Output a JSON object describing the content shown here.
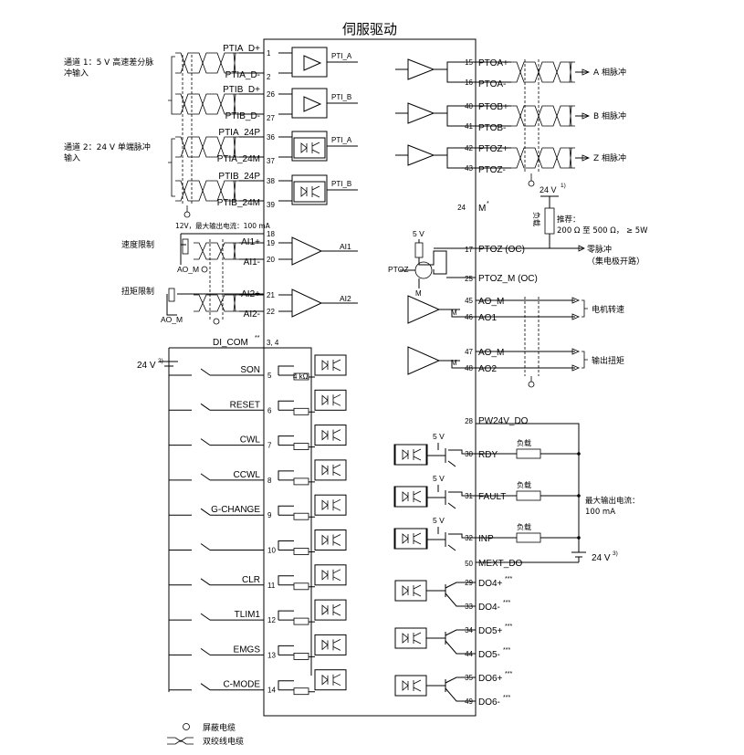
{
  "title": "伺服驱动",
  "left_notes": {
    "channel1_line1": "通道 1：5 V 高速差分脉",
    "channel1_line2": "冲输入",
    "channel2_line1": "通道 2：24 V 单端脉冲",
    "channel2_line2": "输入",
    "supply_note": "12V，最大输出电流：100 mA",
    "speed_limit": "速度限制",
    "torque_limit": "扭矩限制",
    "ao_m": "AO_M",
    "supply_24v": "24 V",
    "supply_24v_sup": "2)"
  },
  "pulse_inputs": [
    {
      "sig_p": "PTIA_D+",
      "pin_p": "1",
      "sig_n": "PTIA_D-",
      "pin_n": "2",
      "out": "PTI_A",
      "type": "diff"
    },
    {
      "sig_p": "PTIB_D+",
      "pin_p": "26",
      "sig_n": "PTIB_D-",
      "pin_n": "27",
      "out": "PTI_B",
      "type": "diff"
    },
    {
      "sig_p": "PTIA_24P",
      "pin_p": "36",
      "sig_n": "PTIA_24M",
      "pin_n": "37",
      "out": "PTI_A",
      "type": "opto"
    },
    {
      "sig_p": "PTIB_24P",
      "pin_p": "38",
      "sig_n": "PTIB_24M",
      "pin_n": "39",
      "out": "PTI_B",
      "type": "opto"
    }
  ],
  "analog_inputs": {
    "ref_pin": "18",
    "items": [
      {
        "sig_p": "AI1+",
        "pin_p": "19",
        "sig_n": "AI1-",
        "pin_n": "20",
        "out": "AI1"
      },
      {
        "sig_p": "AI2+",
        "pin_p": "21",
        "sig_n": "AI2-",
        "pin_n": "22",
        "out": "AI2"
      }
    ]
  },
  "digital_inputs": {
    "common": {
      "label": "DI_COM",
      "pins": "3, 4",
      "sup": "**"
    },
    "resistor": "4 kΩ",
    "items": [
      {
        "label": "SON",
        "pin": "5"
      },
      {
        "label": "RESET",
        "pin": "6"
      },
      {
        "label": "CWL",
        "pin": "7"
      },
      {
        "label": "CCWL",
        "pin": "8"
      },
      {
        "label": "G-CHANGE",
        "pin": "9"
      },
      {
        "label": "",
        "pin": "10"
      },
      {
        "label": "CLR",
        "pin": "11"
      },
      {
        "label": "TLIM1",
        "pin": "12"
      },
      {
        "label": "EMGS",
        "pin": "13"
      },
      {
        "label": "C-MODE",
        "pin": "14"
      }
    ]
  },
  "pulse_outputs": [
    {
      "sig_p": "PTOA+",
      "pin_p": "15",
      "sig_n": "PTOA-",
      "pin_n": "16",
      "desc": "A 相脉冲"
    },
    {
      "sig_p": "PTOB+",
      "pin_p": "40",
      "sig_n": "PTOB-",
      "pin_n": "41",
      "desc": "B 相脉冲"
    },
    {
      "sig_p": "PTOZ+",
      "pin_p": "42",
      "sig_n": "PTOZ-",
      "pin_n": "43",
      "desc": "Z 相脉冲"
    }
  ],
  "m_pin": {
    "label": "M",
    "pin": "24",
    "sup": "*"
  },
  "ptoz_oc": {
    "supply": "24 V",
    "supply_sup": "1)",
    "load": "负载",
    "recommend_line1": "推荐：",
    "recommend_line2": "200 Ω 至 500 Ω，  ≥ 5W",
    "five_v": "5 V",
    "transistor": "PTOZ",
    "m": "M",
    "oc_label": "PTOZ (OC)",
    "oc_pin": "17",
    "oc_m_label": "PTOZ_M (OC)",
    "oc_m_pin": "25",
    "desc_line1": "零脉冲",
    "desc_line2": "（集电极开路）"
  },
  "analog_outputs": [
    {
      "m_label": "AO_M",
      "m_pin": "45",
      "sig": "AO1",
      "pin": "46",
      "desc": "电机转速"
    },
    {
      "m_label": "AO_M",
      "m_pin": "47",
      "sig": "AO2",
      "pin": "48",
      "desc": "输出扭矩"
    }
  ],
  "digital_outputs": {
    "supply_label": "PW24V_DO",
    "supply_pin": "28",
    "five_v": "5 V",
    "relay_outputs": [
      {
        "label": "RDY",
        "pin": "30",
        "load": "负载"
      },
      {
        "label": "FAULT",
        "pin": "31",
        "load": "负载"
      },
      {
        "label": "INP",
        "pin": "32",
        "load": "负载"
      }
    ],
    "max_current_line1": "最大输出电流：",
    "max_current_line2": "100 mA",
    "ext_label": "MEXT_DO",
    "ext_pin": "50",
    "ext_supply": "24 V",
    "ext_supply_sup": "3)",
    "diff_outputs": [
      {
        "sig_p": "DO4+",
        "pin_p": "29",
        "sig_n": "DO4-",
        "pin_n": "33",
        "sup": "***"
      },
      {
        "sig_p": "DO5+",
        "pin_p": "34",
        "sig_n": "DO5-",
        "pin_n": "44",
        "sup": "***"
      },
      {
        "sig_p": "DO6+",
        "pin_p": "35",
        "sig_n": "DO6-",
        "pin_n": "49",
        "sup": "***"
      }
    ]
  },
  "legend": {
    "shield": "屏蔽电缆",
    "twisted": "双绞线电缆"
  }
}
